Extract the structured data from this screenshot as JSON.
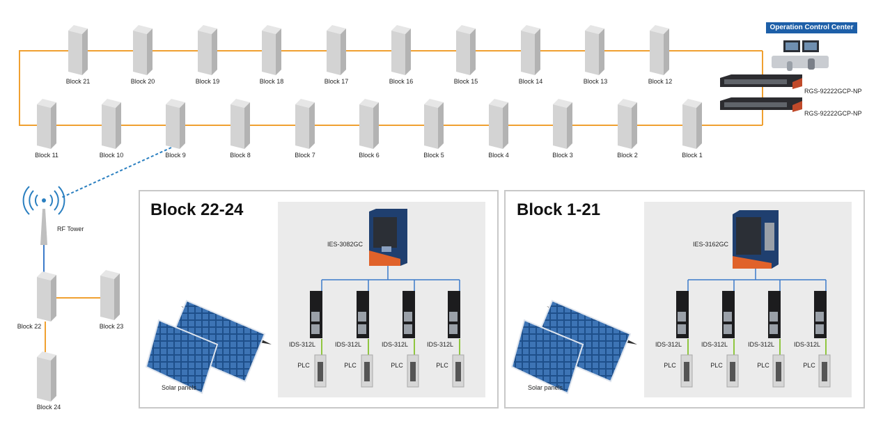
{
  "ring_top": [
    "Block 21",
    "Block 20",
    "Block 19",
    "Block 18",
    "Block 17",
    "Block 16",
    "Block 15",
    "Block 14",
    "Block 13",
    "Block 12"
  ],
  "ring_bottom": [
    "Block 11",
    "Block 10",
    "Block 9",
    "Block 8",
    "Block 7",
    "Block 6",
    "Block 5",
    "Block 4",
    "Block 3",
    "Block 2",
    "Block 1"
  ],
  "control_center": "Operation Control Center",
  "core_switches": [
    "RGS-92222GCP-NP",
    "RGS-92222GCP-NP"
  ],
  "rf_tower": "RF Tower",
  "remote_blocks": {
    "b22": "Block 22",
    "b23": "Block 23",
    "b24": "Block 24"
  },
  "panels": [
    {
      "title": "Block 22-24",
      "switch": "IES-3082GC",
      "device": "IDS-312L",
      "plc": "PLC",
      "solar": "Solar panels",
      "count": 4
    },
    {
      "title": "Block 1-21",
      "switch": "IES-3162GC",
      "device": "IDS-312L",
      "plc": "PLC",
      "solar": "Solar panels",
      "count": 4
    }
  ],
  "colors": {
    "ring": "#f0a030",
    "wireless": "#2a7fc0",
    "ethernet": "#3b7ac9",
    "fiber": "#8fc63f",
    "accent": "#1d5fa8"
  }
}
